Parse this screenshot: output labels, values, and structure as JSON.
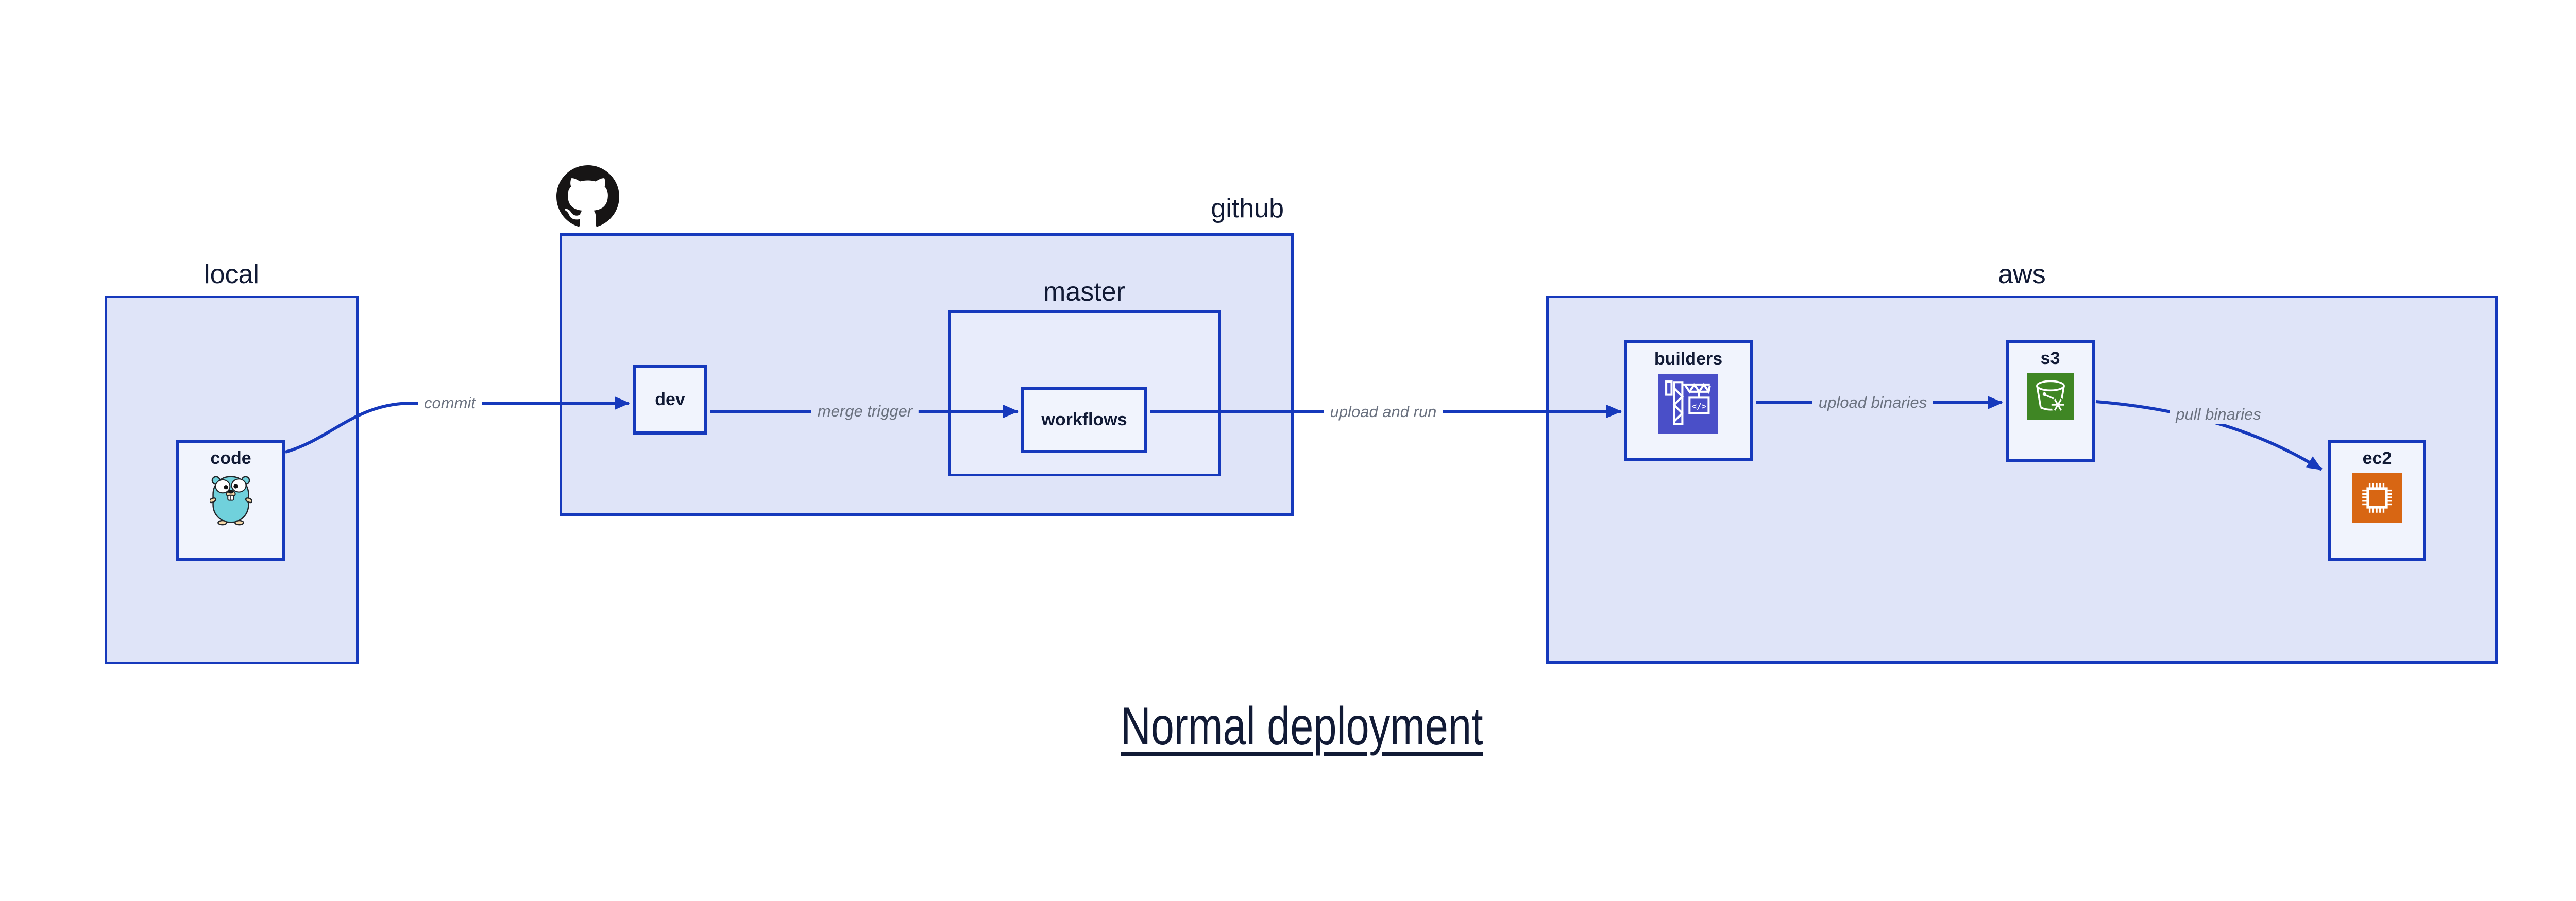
{
  "title": {
    "text": "Normal deployment"
  },
  "groups": {
    "local": {
      "label": "local"
    },
    "github": {
      "label": "github"
    },
    "master": {
      "label": "master"
    },
    "aws": {
      "label": "aws"
    }
  },
  "nodes": {
    "code": {
      "label": "code",
      "icon": "go-gopher-icon"
    },
    "dev": {
      "label": "dev"
    },
    "workflows": {
      "label": "workflows"
    },
    "builders": {
      "label": "builders",
      "icon": "codebuild-crane-icon",
      "icon_glyph": "</>"
    },
    "s3": {
      "label": "s3",
      "icon": "s3-glacier-bucket-icon"
    },
    "ec2": {
      "label": "ec2",
      "icon": "ec2-chip-icon"
    }
  },
  "edges": {
    "commit": {
      "label": "commit",
      "from": "code",
      "to": "dev"
    },
    "merge_trigger": {
      "label": "merge trigger",
      "from": "dev",
      "to": "workflows"
    },
    "upload_and_run": {
      "label": "upload and run",
      "from": "workflows",
      "to": "builders"
    },
    "upload_binaries": {
      "label": "upload binaries",
      "from": "builders",
      "to": "s3"
    },
    "pull_binaries": {
      "label": "pull binaries",
      "from": "s3",
      "to": "ec2"
    }
  },
  "icons": {
    "github_logo": "github-mark-icon",
    "code_node": "go-gopher-icon",
    "builders_node": "codebuild-crane-icon",
    "s3_node": "s3-glacier-bucket-icon",
    "ec2_node": "ec2-chip-icon"
  },
  "colors": {
    "line": "#1639bc",
    "ink": "#111a35",
    "edge_label": "#6b7280",
    "group_fill": "#dfe4f8",
    "master_fill": "#e8ecfb",
    "node_fill": "#f1f4fd",
    "builders_icon_bg": "#4a4fc8",
    "s3_icon_bg": "#3f8624",
    "ec2_icon_bg": "#d86613",
    "gopher_body": "#70d1dc",
    "gopher_skin": "#f6d8a8",
    "github_logo_color": "#171515",
    "canvas_bg": "#ffffff"
  }
}
